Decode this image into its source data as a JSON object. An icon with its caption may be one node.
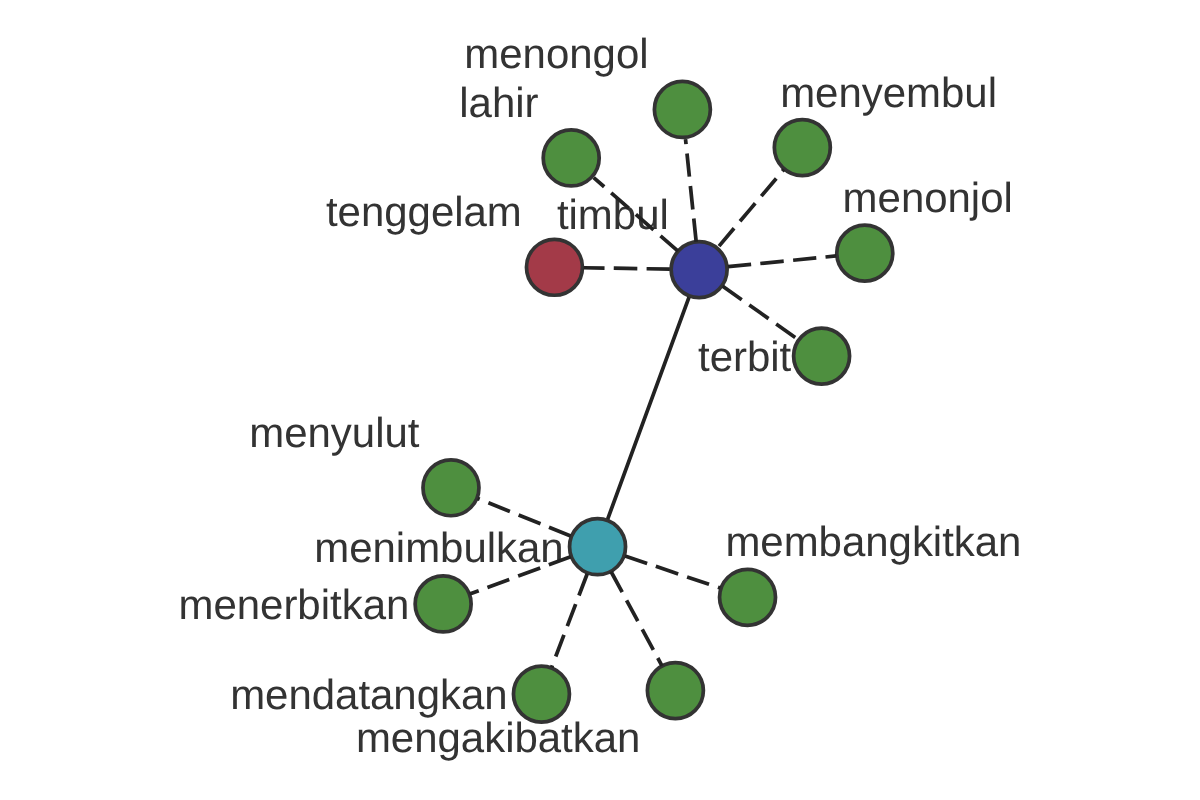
{
  "diagram": {
    "nodes": [
      {
        "text": [
          "menyulut"
        ]
      },
      {
        "text": [
          "mengakibatkan"
        ]
      },
      {
        "text": [
          "menimbulkan"
        ]
      },
      {
        "text": [
          "menerbitkan"
        ]
      },
      {
        "text": [
          "mendatangkan"
        ]
      },
      {
        "text": [
          "membangkitkan"
        ]
      },
      {
        "text": [
          "menongol"
        ]
      },
      {
        "text": [
          "timbul"
        ]
      },
      {
        "text": [
          "tenggelam"
        ]
      },
      {
        "text": [
          "menonjol"
        ]
      },
      {
        "text": [
          "menyembul"
        ]
      },
      {
        "text": [
          "terbit"
        ]
      },
      {
        "text": [
          "lahir"
        ]
      }
    ],
    "edges": [
      {
        "from": 2,
        "to": 0,
        "arrow": "none",
        "style": "dashed"
      },
      {
        "from": 2,
        "to": 1,
        "arrow": "none",
        "style": "dashed"
      },
      {
        "from": 2,
        "to": 3,
        "arrow": "none",
        "style": "dashed"
      },
      {
        "from": 2,
        "to": 4,
        "arrow": "none",
        "style": "dashed"
      },
      {
        "from": 2,
        "to": 5,
        "arrow": "none",
        "style": "dashed"
      },
      {
        "from": 2,
        "to": 7,
        "arrow": "none"
      },
      {
        "from": 7,
        "to": 6,
        "arrow": "none",
        "style": "dashed"
      },
      {
        "from": 7,
        "to": 8,
        "arrow": "none",
        "style": "dashed"
      },
      {
        "from": 7,
        "to": 9,
        "arrow": "none",
        "style": "dashed"
      },
      {
        "from": 7,
        "to": 10,
        "arrow": "none",
        "style": "dashed"
      },
      {
        "from": 7,
        "to": 11,
        "arrow": "none",
        "style": "dashed"
      },
      {
        "from": 7,
        "to": 12,
        "arrow": "none",
        "style": "dashed"
      }
    ]
  }
}
